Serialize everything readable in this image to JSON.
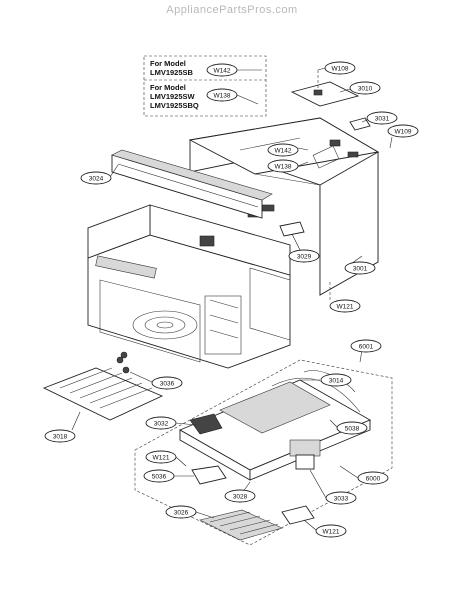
{
  "watermark": "AppliancePartsPros.com",
  "notes": [
    {
      "line1": "For Model",
      "line2": "LMV1925SB",
      "line3": "",
      "code": "W142"
    },
    {
      "line1": "For Model",
      "line2": "LMV1925SW",
      "line3": "LMV1925SBQ",
      "code": "W138"
    }
  ],
  "callouts": [
    {
      "id": "W108",
      "label": "W108"
    },
    {
      "id": "3010",
      "label": "3010"
    },
    {
      "id": "3031",
      "label": "3031"
    },
    {
      "id": "W109",
      "label": "W109"
    },
    {
      "id": "W142",
      "label": "W142"
    },
    {
      "id": "W138",
      "label": "W138"
    },
    {
      "id": "3024",
      "label": "3024"
    },
    {
      "id": "3029",
      "label": "3029"
    },
    {
      "id": "3001",
      "label": "3001"
    },
    {
      "id": "W121a",
      "label": "W121"
    },
    {
      "id": "6001",
      "label": "6001"
    },
    {
      "id": "3014",
      "label": "3014"
    },
    {
      "id": "3036",
      "label": "3036"
    },
    {
      "id": "3018",
      "label": "3018"
    },
    {
      "id": "3032",
      "label": "3032"
    },
    {
      "id": "5038",
      "label": "5038"
    },
    {
      "id": "W121b",
      "label": "W121"
    },
    {
      "id": "6000",
      "label": "6000"
    },
    {
      "id": "5036",
      "label": "5036"
    },
    {
      "id": "3028",
      "label": "3028"
    },
    {
      "id": "3033",
      "label": "3033"
    },
    {
      "id": "3026",
      "label": "3026"
    },
    {
      "id": "W121c",
      "label": "W121"
    }
  ]
}
